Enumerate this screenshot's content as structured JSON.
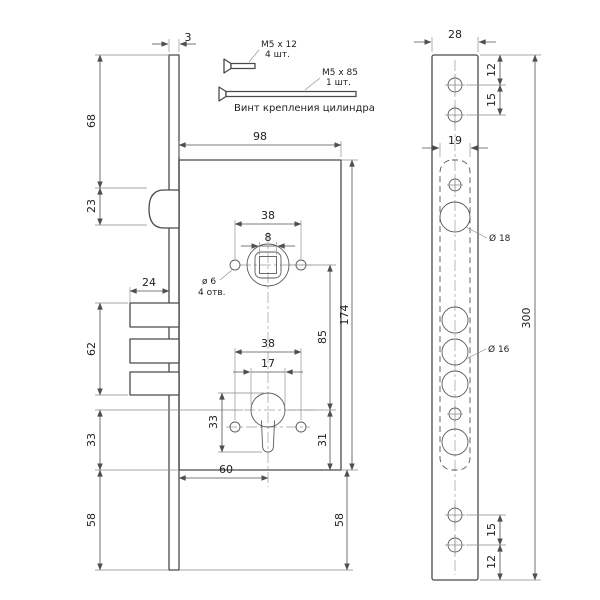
{
  "views": {
    "screw_callout": {
      "small_screw": {
        "size": "M5 x 12",
        "qty": "4 шт."
      },
      "long_screw": {
        "size": "M5 x 85",
        "qty": "1 шт."
      },
      "caption": "Винт крепления цилиндра"
    },
    "body": {
      "dims": {
        "faceplate_thickness": "3",
        "top_offset": "68",
        "latch_height": "23",
        "bolt_throw": "24",
        "deadbolt_height": "62",
        "cyl_center_to_bottom": "33",
        "bottom_offset_left": "58",
        "case_width": "98",
        "hub_holes_spacing": "38",
        "hub_square_size": "8",
        "cyl_holes_spacing": "38",
        "cyl_hole_width": "17",
        "cyl_profile_height": "33",
        "backset": "60",
        "hub_to_cyl_centers": "85",
        "cyl_to_case_bottom": "31",
        "case_height": "174",
        "bottom_offset_right": "58"
      },
      "notes": {
        "hole_dia": "ø 6",
        "hole_count": "4 отв."
      }
    },
    "plate": {
      "dims": {
        "width": "28",
        "height": "300",
        "edge_to_hole_top": "12",
        "top_holes_spacing": "15",
        "cutout_width": "19",
        "bottom_holes_spacing": "15",
        "edge_to_hole_bottom": "12"
      },
      "notes": {
        "latch_hole_dia": "Ø 18",
        "bolt_hole_dia": "Ø 16"
      }
    }
  }
}
